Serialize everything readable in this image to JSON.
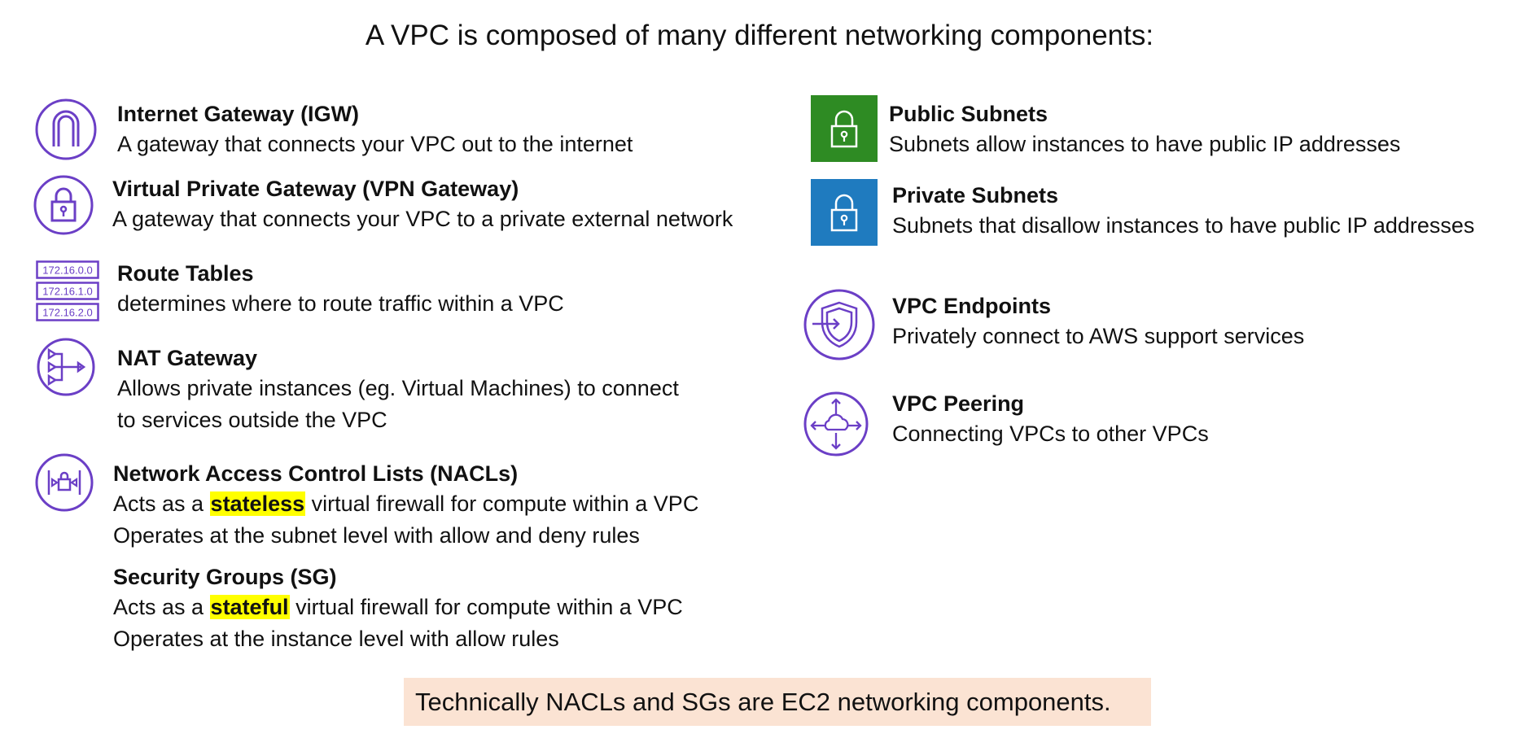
{
  "title": "A VPC is composed of many different networking components:",
  "colors": {
    "icon_purple": "#6b3fc6",
    "public_green": "#2e8b23",
    "private_blue": "#1f7bbf",
    "highlight": "#ffff00",
    "note_bg": "#fbe3d3"
  },
  "left": {
    "igw": {
      "icon": "internet-gateway-icon",
      "heading": "Internet Gateway (IGW)",
      "line1": "A gateway that connects your VPC out to the internet"
    },
    "vpn": {
      "icon": "lock-icon",
      "heading": "Virtual Private Gateway (VPN Gateway)",
      "line1": "A gateway that connects your VPC to a private external network"
    },
    "route": {
      "icon": "route-table-icon",
      "ip1": "172.16.0.0",
      "ip2": "172.16.1.0",
      "ip3": "172.16.2.0",
      "heading": "Route Tables",
      "line1": "determines where to route traffic within a VPC"
    },
    "nat": {
      "icon": "nat-gateway-icon",
      "heading": "NAT Gateway",
      "line1": "Allows private instances (eg. Virtual Machines) to connect",
      "line2": "to services outside the VPC"
    },
    "nacl": {
      "icon": "nacl-icon",
      "heading": "Network Access Control Lists (NACLs)",
      "line1_pre": "Acts as a ",
      "line1_hl": "stateless",
      "line1_post": " virtual firewall for compute within a VPC",
      "line2": "Operates at the subnet level with allow and deny rules"
    },
    "sg": {
      "heading": "Security Groups (SG)",
      "line1_pre": "Acts as a ",
      "line1_hl": "stateful",
      "line1_post": " virtual firewall  for compute within a VPC",
      "line2": "Operates at the instance level with allow rules"
    }
  },
  "right": {
    "public": {
      "icon": "public-subnet-lock-icon",
      "heading": "Public Subnets",
      "line1": "Subnets allow instances to have public IP addresses"
    },
    "private": {
      "icon": "private-subnet-lock-icon",
      "heading": "Private Subnets",
      "line1": "Subnets that disallow instances to have public IP addresses"
    },
    "endpoints": {
      "icon": "vpc-endpoint-icon",
      "heading": "VPC Endpoints",
      "line1": "Privately connect to AWS support services"
    },
    "peering": {
      "icon": "vpc-peering-icon",
      "heading": "VPC Peering",
      "line1": "Connecting VPCs to other VPCs"
    }
  },
  "note": "Technically NACLs and SGs are EC2 networking components."
}
